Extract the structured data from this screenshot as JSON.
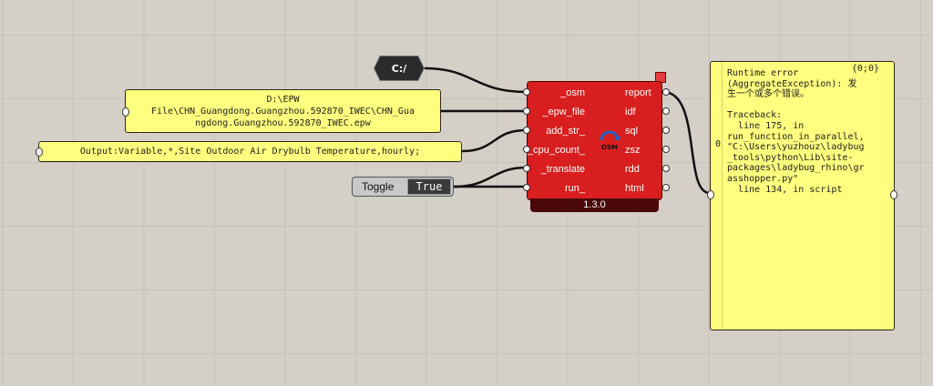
{
  "path_component": {
    "label": "C:/"
  },
  "path_panel": {
    "lines": [
      "D:\\EPW",
      "File\\CHN_Guangdong.Guangzhou.592870_IWEC\\CHN_Gua",
      "ngdong.Guangzhou.592870_IWEC.epw"
    ]
  },
  "output_panel": {
    "text": "Output:Variable,*,Site Outdoor Air Drybulb Temperature,hourly;"
  },
  "toggle": {
    "label": "Toggle",
    "value": "True"
  },
  "component": {
    "inputs": [
      "_osm",
      "_epw_file",
      "add_str_",
      "_cpu_count_",
      "_translate",
      "run_"
    ],
    "outputs": [
      "report",
      "idf",
      "sql",
      "zsz",
      "rdd",
      "html"
    ],
    "logo_text": "OSM",
    "version": "1.3.0",
    "color": "#d81e1e"
  },
  "report_panel": {
    "coords": "{0;0}",
    "index": "0",
    "text": "Runtime error\n(AggregateException): 发\n生一个或多个错误。\n\nTraceback:\n  line 175, in\nrun_function_in_parallel,\n\"C:\\Users\\yuzhouz\\ladybug\n_tools\\python\\Lib\\site-\npackages\\ladybug_rhino\\gr\nasshopper.py\"\n  line 134, in script"
  }
}
